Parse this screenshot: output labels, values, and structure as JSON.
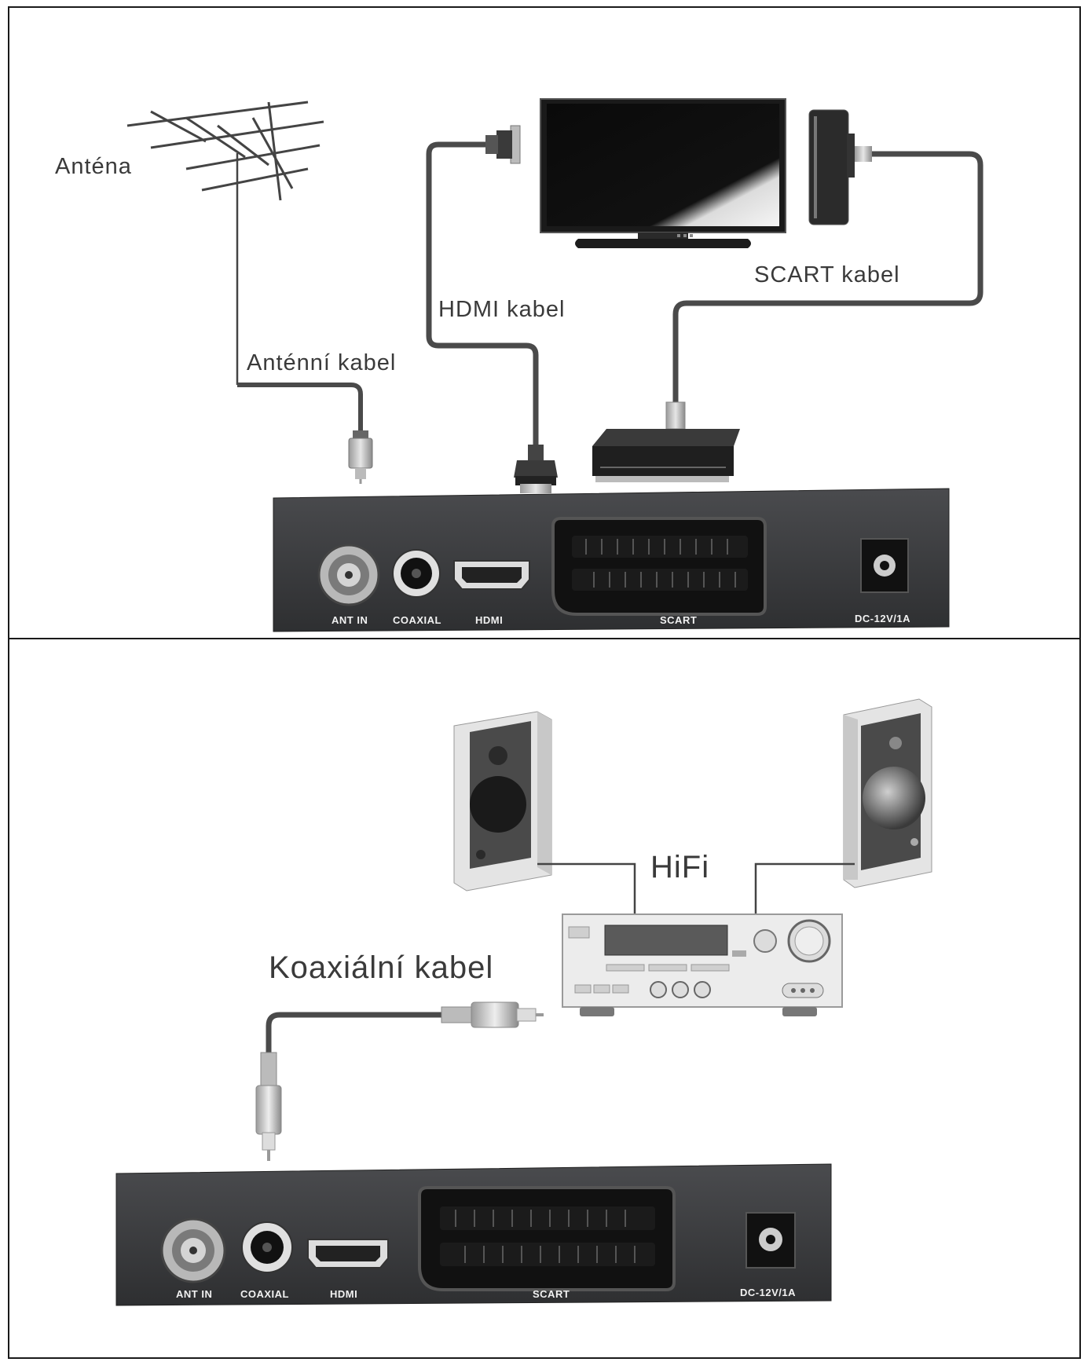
{
  "top_panel": {
    "labels": {
      "antenna": "Anténa",
      "antenna_cable": "Anténní kabel",
      "hdmi_cable": "HDMI kabel",
      "scart_cable": "SCART kabel"
    },
    "receiver_ports": {
      "ant_in": "ANT IN",
      "coaxial": "COAXIAL",
      "hdmi": "HDMI",
      "scart": "SCART",
      "dc": "DC-12V/1A"
    }
  },
  "bottom_panel": {
    "labels": {
      "hifi": "HiFi",
      "coaxial_cable": "Koaxiální kabel"
    },
    "receiver_ports": {
      "ant_in": "ANT IN",
      "coaxial": "COAXIAL",
      "hdmi": "HDMI",
      "scart": "SCART",
      "dc": "DC-12V/1A"
    }
  },
  "colors": {
    "border": "#1a1a1a",
    "receiver_body": "#3b3c3f",
    "cable": "#4a4a4a",
    "label_text": "#3a3a3a"
  }
}
